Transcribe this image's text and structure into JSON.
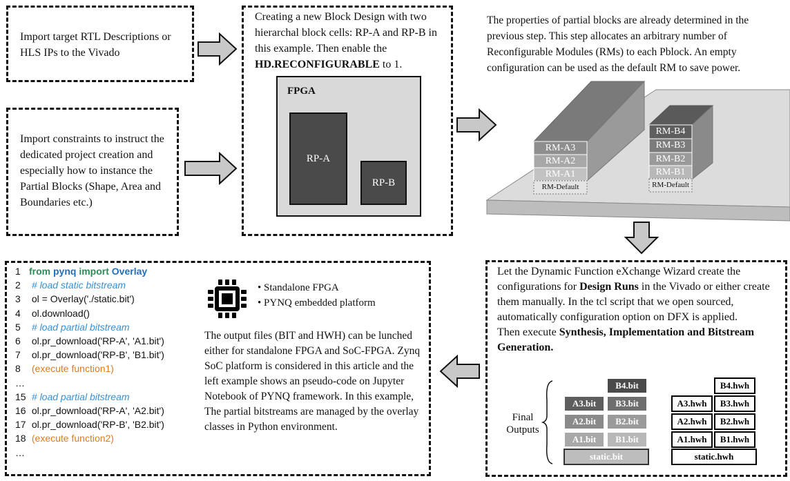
{
  "step1": {
    "text": "Import target RTL Descriptions or HLS IPs to the Vivado"
  },
  "step2": {
    "text": "Import constraints to instruct the dedicated project creation and especially how to instance the Partial Blocks (Shape, Area and Boundaries etc.)"
  },
  "step3": {
    "text_prefix": "Creating a new Block Design with two hierarchal block cells: RP-A and RP-B in this example. Then enable the ",
    "text_bold": "HD.RECONFIGURABLE",
    "text_suffix": " to 1.",
    "fpga_label": "FPGA",
    "rp_a": "RP-A",
    "rp_b": "RP-B"
  },
  "step4": {
    "text": "The properties of partial blocks are already determined in the previous step. This step allocates an arbitrary number of Reconfigurable Modules (RMs) to each Pblock. An empty configuration can be used as the default RM to save power.",
    "stack_a": [
      "RM-A3",
      "RM-A2",
      "RM-A1"
    ],
    "stack_b": [
      "RM-B4",
      "RM-B3",
      "RM-B2",
      "RM-B1"
    ],
    "default_a": "RM-Default",
    "default_b": "RM-Default"
  },
  "step5": {
    "p1_a": "Let the Dynamic Function eXchange Wizard  create the configurations for ",
    "p1_bold": "Design Runs",
    "p1_b": " in the Vivado or either create them manually. In the tcl script that we open sourced, automatically configuration option on DFX is applied.",
    "p2_a": "Then execute ",
    "p2_bold": "Synthesis, Implementation and Bitstream Generation.",
    "final_label": "Final Outputs",
    "bit_rows": [
      [
        "",
        "B4.bit"
      ],
      [
        "A3.bit",
        "B3.bit"
      ],
      [
        "A2.bit",
        "B2.bit"
      ],
      [
        "A1.bit",
        "B1.bit"
      ]
    ],
    "hwh_rows": [
      [
        "",
        "B4.hwh"
      ],
      [
        "A3.hwh",
        "B3.hwh"
      ],
      [
        "A2.hwh",
        "B2.hwh"
      ],
      [
        "A1.hwh",
        "B1.hwh"
      ]
    ],
    "static_bit": "static.bit",
    "static_hwh": "static.hwh"
  },
  "step6": {
    "code": [
      {
        "n": "1",
        "parts": [
          [
            "kw",
            "from "
          ],
          [
            "mod",
            "pynq "
          ],
          [
            "kw",
            "import "
          ],
          [
            "mod",
            "Overlay"
          ]
        ]
      },
      {
        "n": "2",
        "parts": [
          [
            "cm",
            " # load static bitstream"
          ]
        ]
      },
      {
        "n": "3",
        "parts": [
          [
            "",
            " ol = Overlay('./static.bit')"
          ]
        ]
      },
      {
        "n": "4",
        "parts": [
          [
            "",
            " ol.download()"
          ]
        ]
      },
      {
        "n": "5",
        "parts": [
          [
            "cm",
            " # load partial bitstream"
          ]
        ]
      },
      {
        "n": "6",
        "parts": [
          [
            "",
            " ol.pr_download('RP-A', 'A1.bit')"
          ]
        ]
      },
      {
        "n": "7",
        "parts": [
          [
            "",
            " ol.pr_download('RP-B', 'B1.bit')"
          ]
        ]
      },
      {
        "n": "8",
        "parts": [
          [
            "fn",
            " (execute function1)"
          ]
        ]
      },
      {
        "n": "…",
        "parts": []
      },
      {
        "n": "15",
        "parts": [
          [
            "cm",
            " # load partial bitstream"
          ]
        ]
      },
      {
        "n": "16",
        "parts": [
          [
            "",
            " ol.pr_download('RP-A', 'A2.bit')"
          ]
        ]
      },
      {
        "n": "17",
        "parts": [
          [
            "",
            " ol.pr_download('RP-B', 'B2.bit')"
          ]
        ]
      },
      {
        "n": "18",
        "parts": [
          [
            "fn",
            " (execute function2)"
          ]
        ]
      },
      {
        "n": "…",
        "parts": []
      }
    ],
    "bullets": [
      "Standalone FPGA",
      "PYNQ embedded platform"
    ],
    "text": "The output files (BIT and HWH) can be lunched either for standalone FPGA and SoC-FPGA. Zynq SoC platform is considered in this article and the left example shows an pseudo-code on Jupyter Notebook of PYNQ framework. In this example, The partial bitstreams are managed by the overlay classes in Python environment."
  },
  "colors": {
    "border": "#111111",
    "arrow_fill": "#c8c8c8",
    "rp_fill": "#4a4a4a",
    "fpga_fill": "#d9d9d9"
  }
}
